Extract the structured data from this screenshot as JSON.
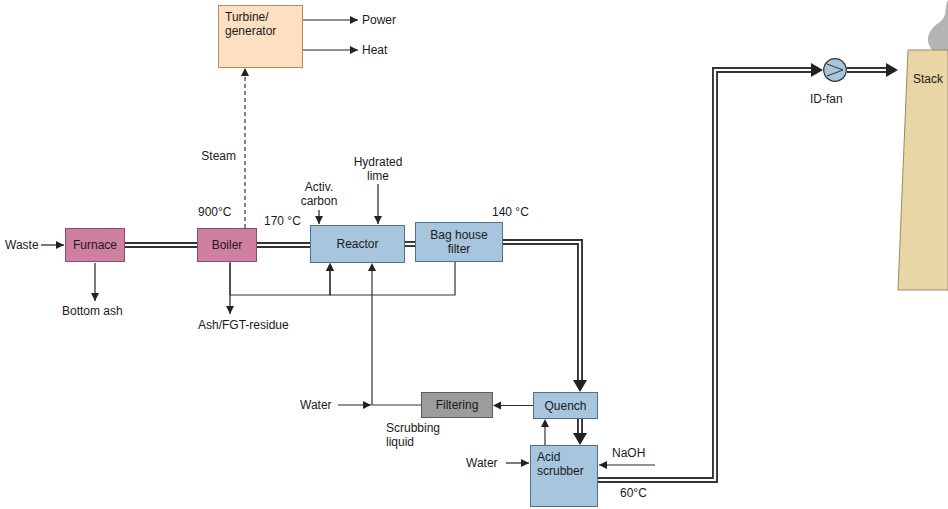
{
  "diagram": {
    "nodes": [
      {
        "text": [
          "Turbine/ generator"
        ]
      },
      {
        "text": [
          "Furnace"
        ]
      },
      {
        "text": [
          "Boiler"
        ]
      },
      {
        "text": [
          "Reactor"
        ]
      },
      {
        "text": [
          "Bag house filter"
        ]
      },
      {
        "text": [
          "Filtering"
        ]
      },
      {
        "text": [
          "Quench"
        ]
      },
      {
        "text": [
          "Acid scrubber"
        ]
      },
      {
        "text": [
          "ID-fan"
        ]
      },
      {
        "text": [
          "Stack"
        ]
      }
    ],
    "edges": [
      {
        "from": 1,
        "to": 2,
        "arrow": "none"
      },
      {
        "from": 2,
        "to": 0,
        "label": "Steam",
        "arrow": "to"
      },
      {
        "from": 2,
        "to": 3,
        "arrow": "none"
      },
      {
        "from": 3,
        "to": 4,
        "arrow": "none"
      },
      {
        "from": 4,
        "to": 6,
        "arrow": "to"
      },
      {
        "from": 6,
        "to": 5,
        "arrow": "to"
      },
      {
        "from": 5,
        "to": 3,
        "arrow": "to"
      },
      {
        "from": 2,
        "to": 3,
        "arrow": "to"
      },
      {
        "from": 4,
        "to": 3,
        "arrow": "to"
      },
      {
        "from": 7,
        "to": 6,
        "arrow": "to"
      },
      {
        "from": 6,
        "to": 7,
        "arrow": "to"
      },
      {
        "from": 7,
        "to": 8,
        "arrow": "to"
      },
      {
        "from": 8,
        "to": 9,
        "arrow": "to"
      }
    ],
    "labels": [
      "Power",
      "Heat",
      "Waste",
      "900°C",
      "170 °C",
      "Activ. carbon",
      "Hydrated lime",
      "140 °C",
      "Bottom ash",
      "Ash/FGT-residue",
      "Water",
      "Scrubbing liquid",
      "Water",
      "NaOH",
      "60°C"
    ]
  }
}
